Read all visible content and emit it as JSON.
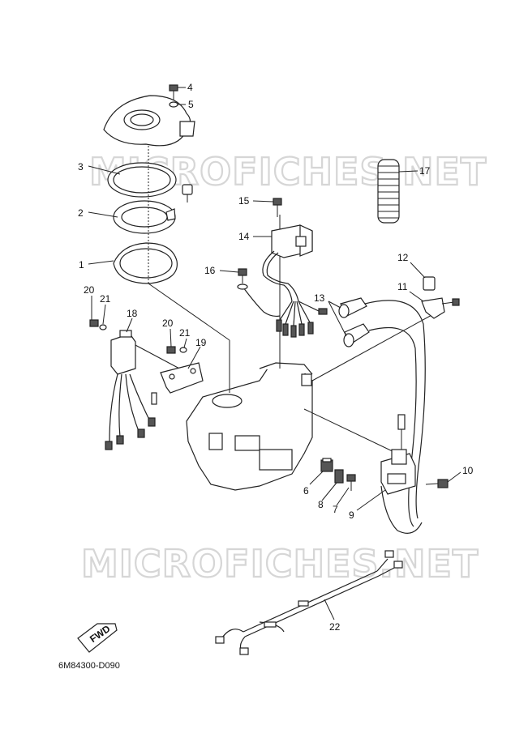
{
  "watermark": "MICROFICHES.NET",
  "diagram_code": "6M84300-D090",
  "fwd_label": "FWD",
  "callouts": [
    "1",
    "2",
    "3",
    "4",
    "5",
    "6",
    "7",
    "8",
    "9",
    "10",
    "11",
    "12",
    "13",
    "14",
    "15",
    "16",
    "17",
    "18",
    "19",
    "20",
    "21",
    "20",
    "21",
    "22"
  ]
}
